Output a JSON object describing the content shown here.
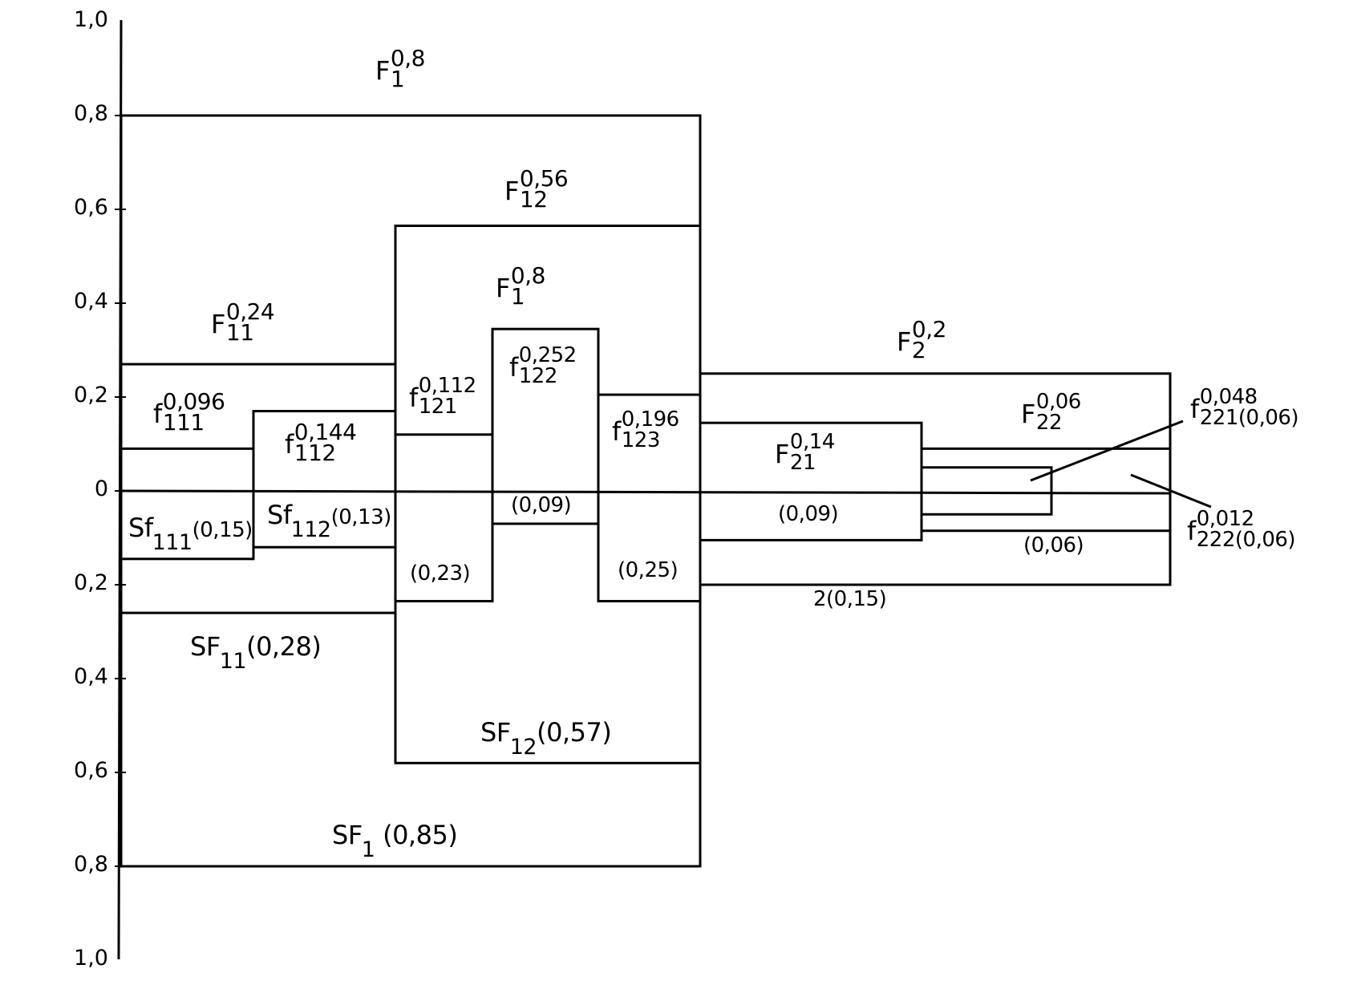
{
  "chart_data": {
    "type": "diagram",
    "title": "",
    "y_axis": {
      "ticks_above": [
        "1,0",
        "0,8",
        "0,6",
        "0,4",
        "0,2",
        "0"
      ],
      "ticks_below": [
        "0,2",
        "0,4",
        "0,6",
        "0,8",
        "1,0"
      ],
      "tick_values_above": [
        1.0,
        0.8,
        0.6,
        0.4,
        0.2,
        0
      ],
      "tick_values_below": [
        0.2,
        0.4,
        0.6,
        0.8,
        1.0
      ],
      "range": [
        -1.0,
        1.0
      ]
    },
    "blocks": [
      {
        "id": "F1",
        "top": 0.8,
        "bottom": -0.8,
        "col_start": 0,
        "col_end": 5
      },
      {
        "id": "F12",
        "top": 0.565,
        "bottom": -0.58,
        "col_start": 2,
        "col_end": 5
      },
      {
        "id": "F11",
        "top": 0.27,
        "bottom": -0.26,
        "col_start": 0,
        "col_end": 2
      },
      {
        "id": "f111",
        "top": 0.09,
        "bottom": -0.145,
        "col_start": 0,
        "col_end": 1
      },
      {
        "id": "f112",
        "top": 0.17,
        "bottom": -0.12,
        "col_start": 1,
        "col_end": 2
      },
      {
        "id": "f121",
        "top": 0.12,
        "bottom": -0.235,
        "col_start": 2,
        "col_end": 3
      },
      {
        "id": "f122",
        "top": 0.345,
        "bottom": -0.07,
        "col_start": 3,
        "col_end": 4
      },
      {
        "id": "f123",
        "top": 0.205,
        "bottom": -0.235,
        "col_start": 4,
        "col_end": 5
      },
      {
        "id": "F2",
        "top": 0.25,
        "bottom": -0.2,
        "col_start": 5,
        "col_end": 8
      },
      {
        "id": "F21",
        "top": 0.145,
        "bottom": -0.105,
        "col_start": 5,
        "col_end": 6
      },
      {
        "id": "F22",
        "top": 0.09,
        "bottom": -0.085,
        "col_start": 6,
        "col_end": 8
      },
      {
        "id": "f221",
        "top": 0.05,
        "bottom": -0.05,
        "col_start": 6,
        "col_end": 7
      }
    ],
    "labels": {
      "F1_top": {
        "base": "F",
        "sub": "1",
        "sup": "0,8"
      },
      "F12": {
        "base": "F",
        "sub": "12",
        "sup": "0,56"
      },
      "F1_inner": {
        "base": "F",
        "sub": "1",
        "sup": "0,8"
      },
      "F11": {
        "base": "F",
        "sub": "11",
        "sup": "0,24"
      },
      "f111": {
        "base": "f",
        "sub": "111",
        "sup": "0,096"
      },
      "f112": {
        "base": "f",
        "sub": "112",
        "sup": "0,144"
      },
      "f121": {
        "base": "f",
        "sub": "121",
        "sup": "0,112"
      },
      "f122": {
        "base": "f",
        "sub": "122",
        "sup": "0,252"
      },
      "f123": {
        "base": "f",
        "sub": "123",
        "sup": "0,196"
      },
      "F2": {
        "base": "F",
        "sub": "2",
        "sup": "0,2"
      },
      "F21": {
        "base": "F",
        "sub": "21",
        "sup": "0,14"
      },
      "F22": {
        "base": "F",
        "sub": "22",
        "sup": "0,06"
      },
      "f221": {
        "base": "f",
        "sub": "221(0,06)",
        "sup": "0,048"
      },
      "f222": {
        "base": "f",
        "sub": "222(0,06)",
        "sup": "0,012"
      },
      "Sf111": {
        "base": "Sf",
        "sub": "111",
        "val": "(0,15)"
      },
      "Sf112": {
        "base": "Sf",
        "sub": "112",
        "val": "(0,13)"
      },
      "f121_below": "(0,23)",
      "f122_below": "(0,09)",
      "f123_below": "(0,25)",
      "F21_below": "(0,09)",
      "F22_below": "(0,06)",
      "F2_below": "2(0,15)",
      "SF11": {
        "base": "SF",
        "sub": "11",
        "val": "(0,28)"
      },
      "SF12": {
        "base": "SF",
        "sub": "12",
        "val": "(0,57)"
      },
      "SF1": {
        "base": "SF",
        "sub": "1",
        "val": " (0,85)"
      }
    },
    "colors": {
      "line": "#000000",
      "background": "#ffffff"
    }
  }
}
